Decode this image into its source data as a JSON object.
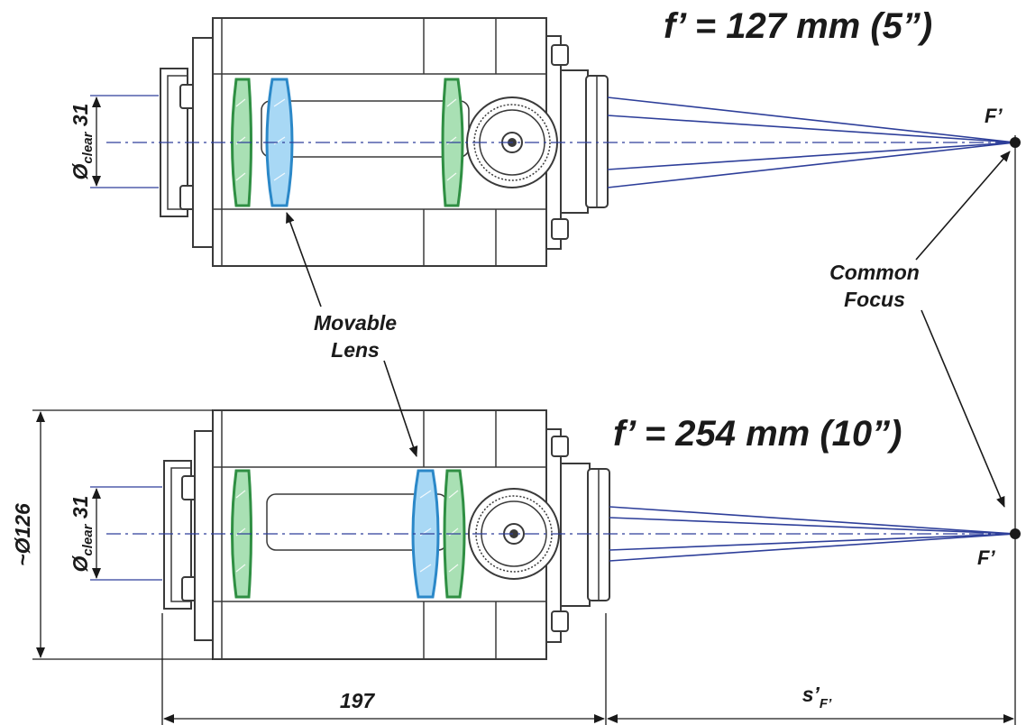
{
  "top_view": {
    "title": "f’ = 127 mm (5”)",
    "focus_label": "F’",
    "clear_aperture_symbol": "Ø",
    "clear_aperture_sub": "clear",
    "clear_aperture_value": "31"
  },
  "bottom_view": {
    "title": "f’ = 254 mm (10”)",
    "focus_label": "F’",
    "clear_aperture_symbol": "Ø",
    "clear_aperture_sub": "clear",
    "clear_aperture_value": "31",
    "diameter_label": "~Ø126"
  },
  "callouts": {
    "movable_lens_line1": "Movable",
    "movable_lens_line2": "Lens",
    "common_focus_line1": "Common",
    "common_focus_line2": "Focus"
  },
  "dimensions": {
    "length_label": "197",
    "back_focal_main": "s’",
    "back_focal_sub": "F’"
  },
  "colors": {
    "ray": "#2e3f9a",
    "fixed_lens": "#2f8f43",
    "movable_lens": "#2b88c8",
    "outline": "#3a3a3a"
  }
}
